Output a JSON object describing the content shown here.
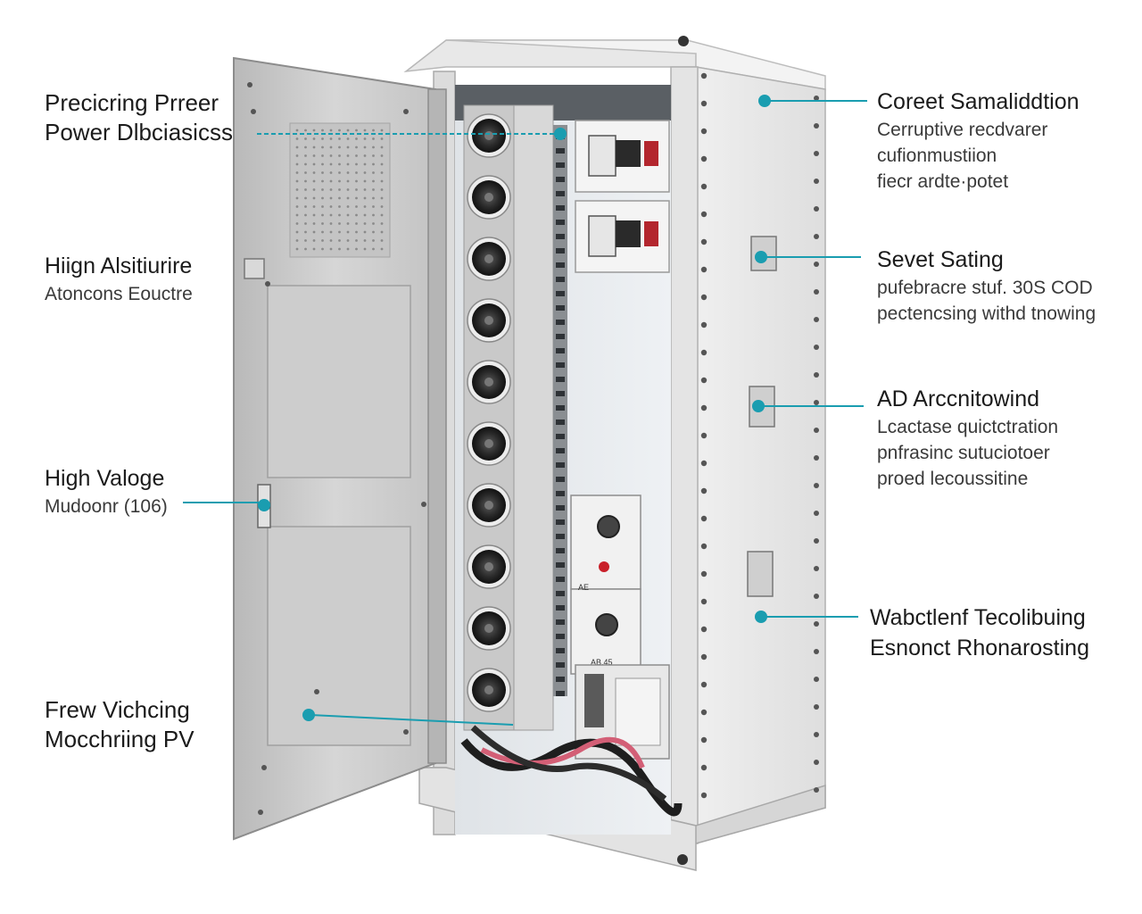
{
  "labels_left": [
    {
      "id": "left-1",
      "lines": [
        "Precicring Prreer",
        "Power Dlbciasicss"
      ]
    },
    {
      "id": "left-2",
      "lines": [
        "Hiign Alsitiurire",
        "Atoncons Eouctre"
      ]
    },
    {
      "id": "left-3",
      "lines": [
        "High Valoge",
        "Mudoonr (106)"
      ]
    },
    {
      "id": "left-4",
      "lines": [
        "Frew  Vichcing",
        "Mocchriing PV"
      ]
    }
  ],
  "labels_right": [
    {
      "id": "right-1",
      "lines": [
        "Coreet Samaliddtion",
        "Cerruptive recdvarer",
        "cufionmustiion",
        "fiecr ardte·potet"
      ]
    },
    {
      "id": "right-2",
      "lines": [
        "Sevet Sating",
        "pufebracre stuf. 30S COD",
        "pectencsing withd tnowing"
      ]
    },
    {
      "id": "right-3",
      "lines": [
        "AD Arccnitowind",
        "Lcactase quictctration",
        "pnfrasinc sutuciotoer",
        "proed lecoussitine"
      ]
    },
    {
      "id": "right-4",
      "lines": [
        "Wabctlenf Tecolibuing",
        "Esnonct Rhonarosting"
      ]
    }
  ],
  "module_marks": [
    "AE",
    "AB.45"
  ],
  "colors": {
    "callout": "#1a9db0",
    "steel": "#dcdcdc",
    "steel_dark": "#a8a8a8",
    "interior": "#e9ecef",
    "door": "#cfcfcf"
  }
}
